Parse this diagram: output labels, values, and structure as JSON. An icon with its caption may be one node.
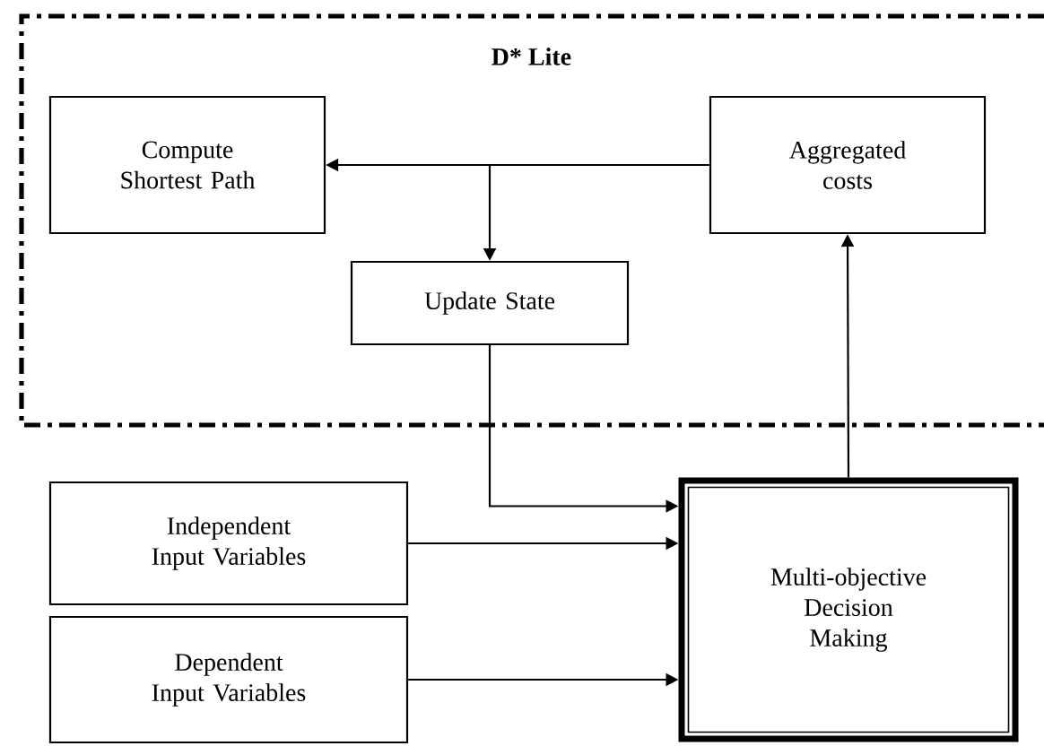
{
  "diagram": {
    "nodes": [
      {
        "text": [
          "D* Lite"
        ]
      },
      {
        "text": [
          "Compute Shortest Path"
        ],
        "in": 0
      },
      {
        "text": [
          "Update State"
        ],
        "in": 0
      },
      {
        "text": [
          "Aggregated costs"
        ],
        "in": 0
      },
      {
        "text": [
          "Independent Input Variables"
        ]
      },
      {
        "text": [
          "Dependent Input Variables"
        ]
      },
      {
        "text": [
          "Multi-objective Decision Making"
        ]
      }
    ],
    "edges": [
      {
        "from": 3,
        "to": 1,
        "arrow": "to"
      },
      {
        "from": 3,
        "to": 2,
        "arrow": "to"
      },
      {
        "from": 2,
        "to": 6,
        "arrow": "to"
      },
      {
        "from": 4,
        "to": 6,
        "arrow": "to"
      },
      {
        "from": 5,
        "to": 6,
        "arrow": "to"
      },
      {
        "from": 6,
        "to": 3,
        "arrow": "to"
      }
    ]
  }
}
